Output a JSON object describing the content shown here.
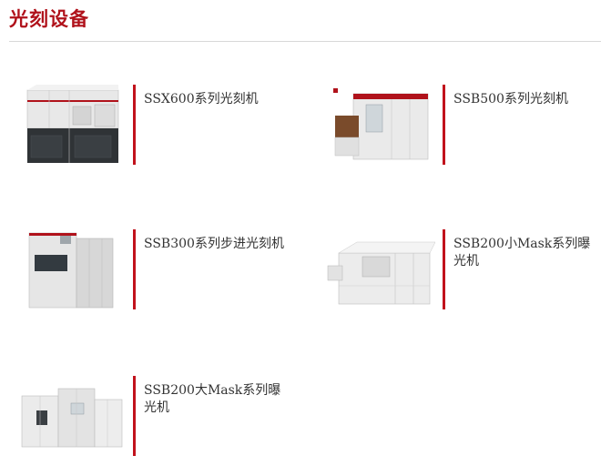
{
  "page": {
    "title": "光刻设备"
  },
  "colors": {
    "accent": "#b0121b",
    "accent_bar": "#c1121c",
    "divider": "#d8d8d8",
    "text": "#333333"
  },
  "products": [
    {
      "name": "SSX600系列光刻机",
      "image_icon": "ssx600-machine-image"
    },
    {
      "name": "SSB500系列光刻机",
      "image_icon": "ssb500-machine-image"
    },
    {
      "name": "SSB300系列步进光刻机",
      "image_icon": "ssb300-machine-image"
    },
    {
      "name": "SSB200小Mask系列曝光机",
      "image_icon": "ssb200-small-mask-machine-image"
    },
    {
      "name": "SSB200大Mask系列曝光机",
      "image_icon": "ssb200-large-mask-machine-image"
    }
  ]
}
